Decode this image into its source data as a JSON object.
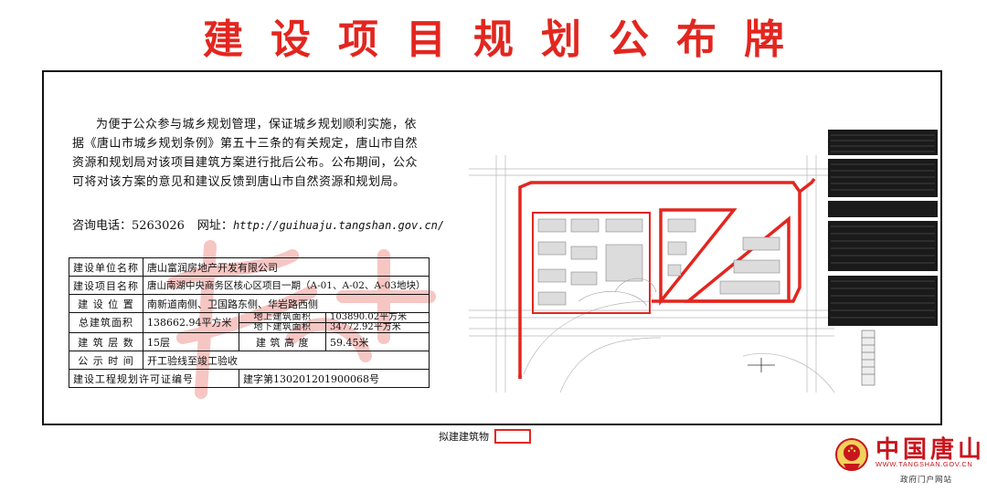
{
  "headline": "建设项目规划公布牌",
  "intro": "为便于公众参与城乡规划管理，保证城乡规划顺利实施，依据《唐山市城乡规划条例》第五十三条的有关规定，唐山市自然资源和规划局对该项目建筑方案进行批后公布。公布期间，公众可将对该方案的意见和建议反馈到唐山市自然资源和规划局。",
  "contact": {
    "phone_label": "咨询电话：",
    "phone": "5263026",
    "web_label": "网址：",
    "web": "http://guihuaju.tangshan.gov.cn/"
  },
  "info_table": {
    "builder_label": "建设单位名称",
    "builder": "唐山富润房地产开发有限公司",
    "project_label": "建设项目名称",
    "project": "唐山南湖中央商务区核心区项目一期（A-01、A-02、A-03地块）",
    "location_label": "建 设 位 置",
    "location": "南新道南侧、卫国路东侧、华岩路西侧",
    "total_area_label": "总建筑面积",
    "total_area": "138662.94平方米",
    "above_label": "地上建筑面积",
    "above": "103890.02平方米",
    "below_label": "地下建筑面积",
    "below": "34772.92平方米",
    "floors_label": "建 筑 层 数",
    "floors": "15层",
    "height_label": "建 筑 高 度",
    "height": "59.45米",
    "period_label": "公 示 时 间",
    "period": "开工验线至竣工验收",
    "permit_label": "建设工程规划许可证编号",
    "permit": "建字第130201201900068号"
  },
  "legend_label": "拟建建筑物",
  "logo": {
    "name": "中国唐山",
    "url": "WWW.TANGSHAN.GOV.CN",
    "tagline": "政府门户网站"
  },
  "colors": {
    "accent_red": "#e2261f",
    "ink": "#111111"
  }
}
